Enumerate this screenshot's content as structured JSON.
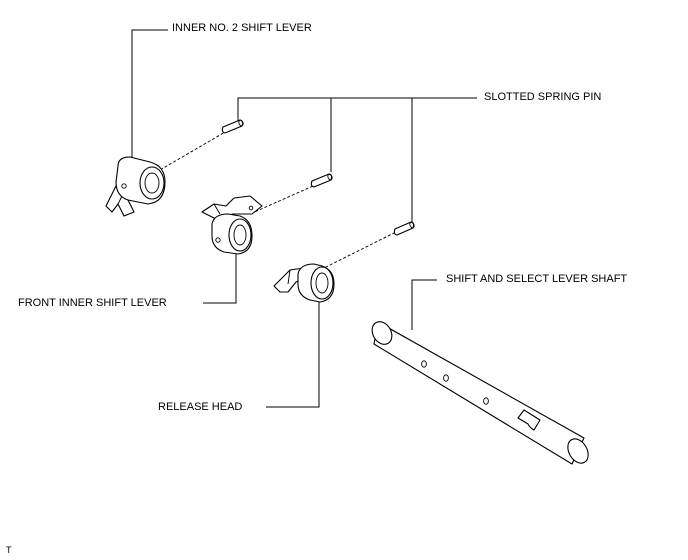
{
  "labels": {
    "inner_no2_shift_lever": "INNER NO. 2 SHIFT LEVER",
    "slotted_spring_pin": "SLOTTED SPRING PIN",
    "front_inner_shift_lever": "FRONT INNER SHIFT LEVER",
    "shift_and_select_lever_shaft": "SHIFT AND SELECT LEVER SHAFT",
    "release_head": "RELEASE HEAD"
  },
  "footer_mark": "T"
}
